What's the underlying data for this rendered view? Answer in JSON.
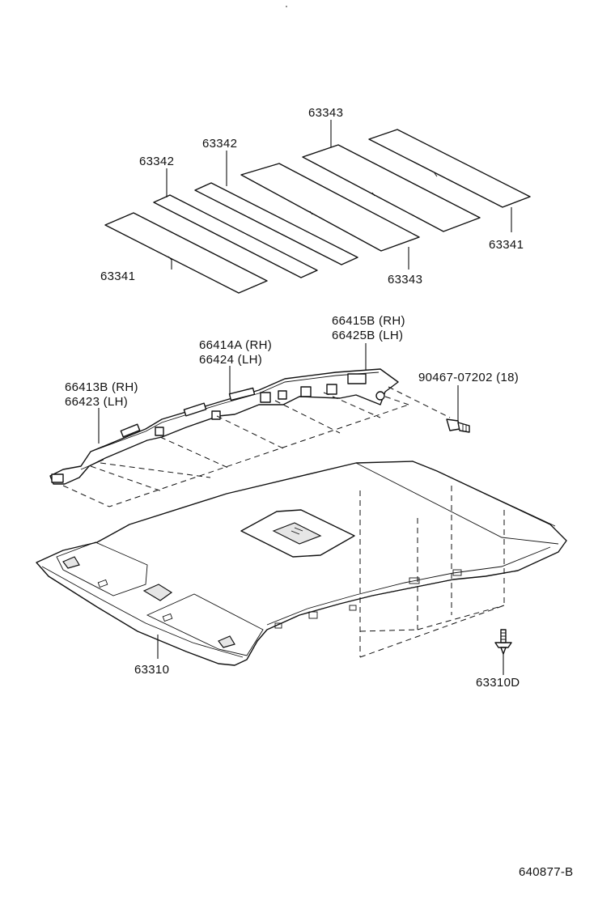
{
  "labels": {
    "pad_63343_top": "63343",
    "pad_63342_mid": "63342",
    "pad_63342_left": "63342",
    "pad_63341_right": "63341",
    "pad_63341_left": "63341",
    "pad_63343_bottom": "63343",
    "rail_rear_rh": "66415B (RH)",
    "rail_rear_lh": "66425B (LH)",
    "rail_mid_rh": "66414A (RH)",
    "rail_mid_lh": "66424 (LH)",
    "rail_front_rh": "66413B (RH)",
    "rail_front_lh": "66423 (LH)",
    "bolt": "90467-07202 (18)",
    "headliner": "63310",
    "clip": "63310D",
    "figure_code": "640877-B"
  }
}
